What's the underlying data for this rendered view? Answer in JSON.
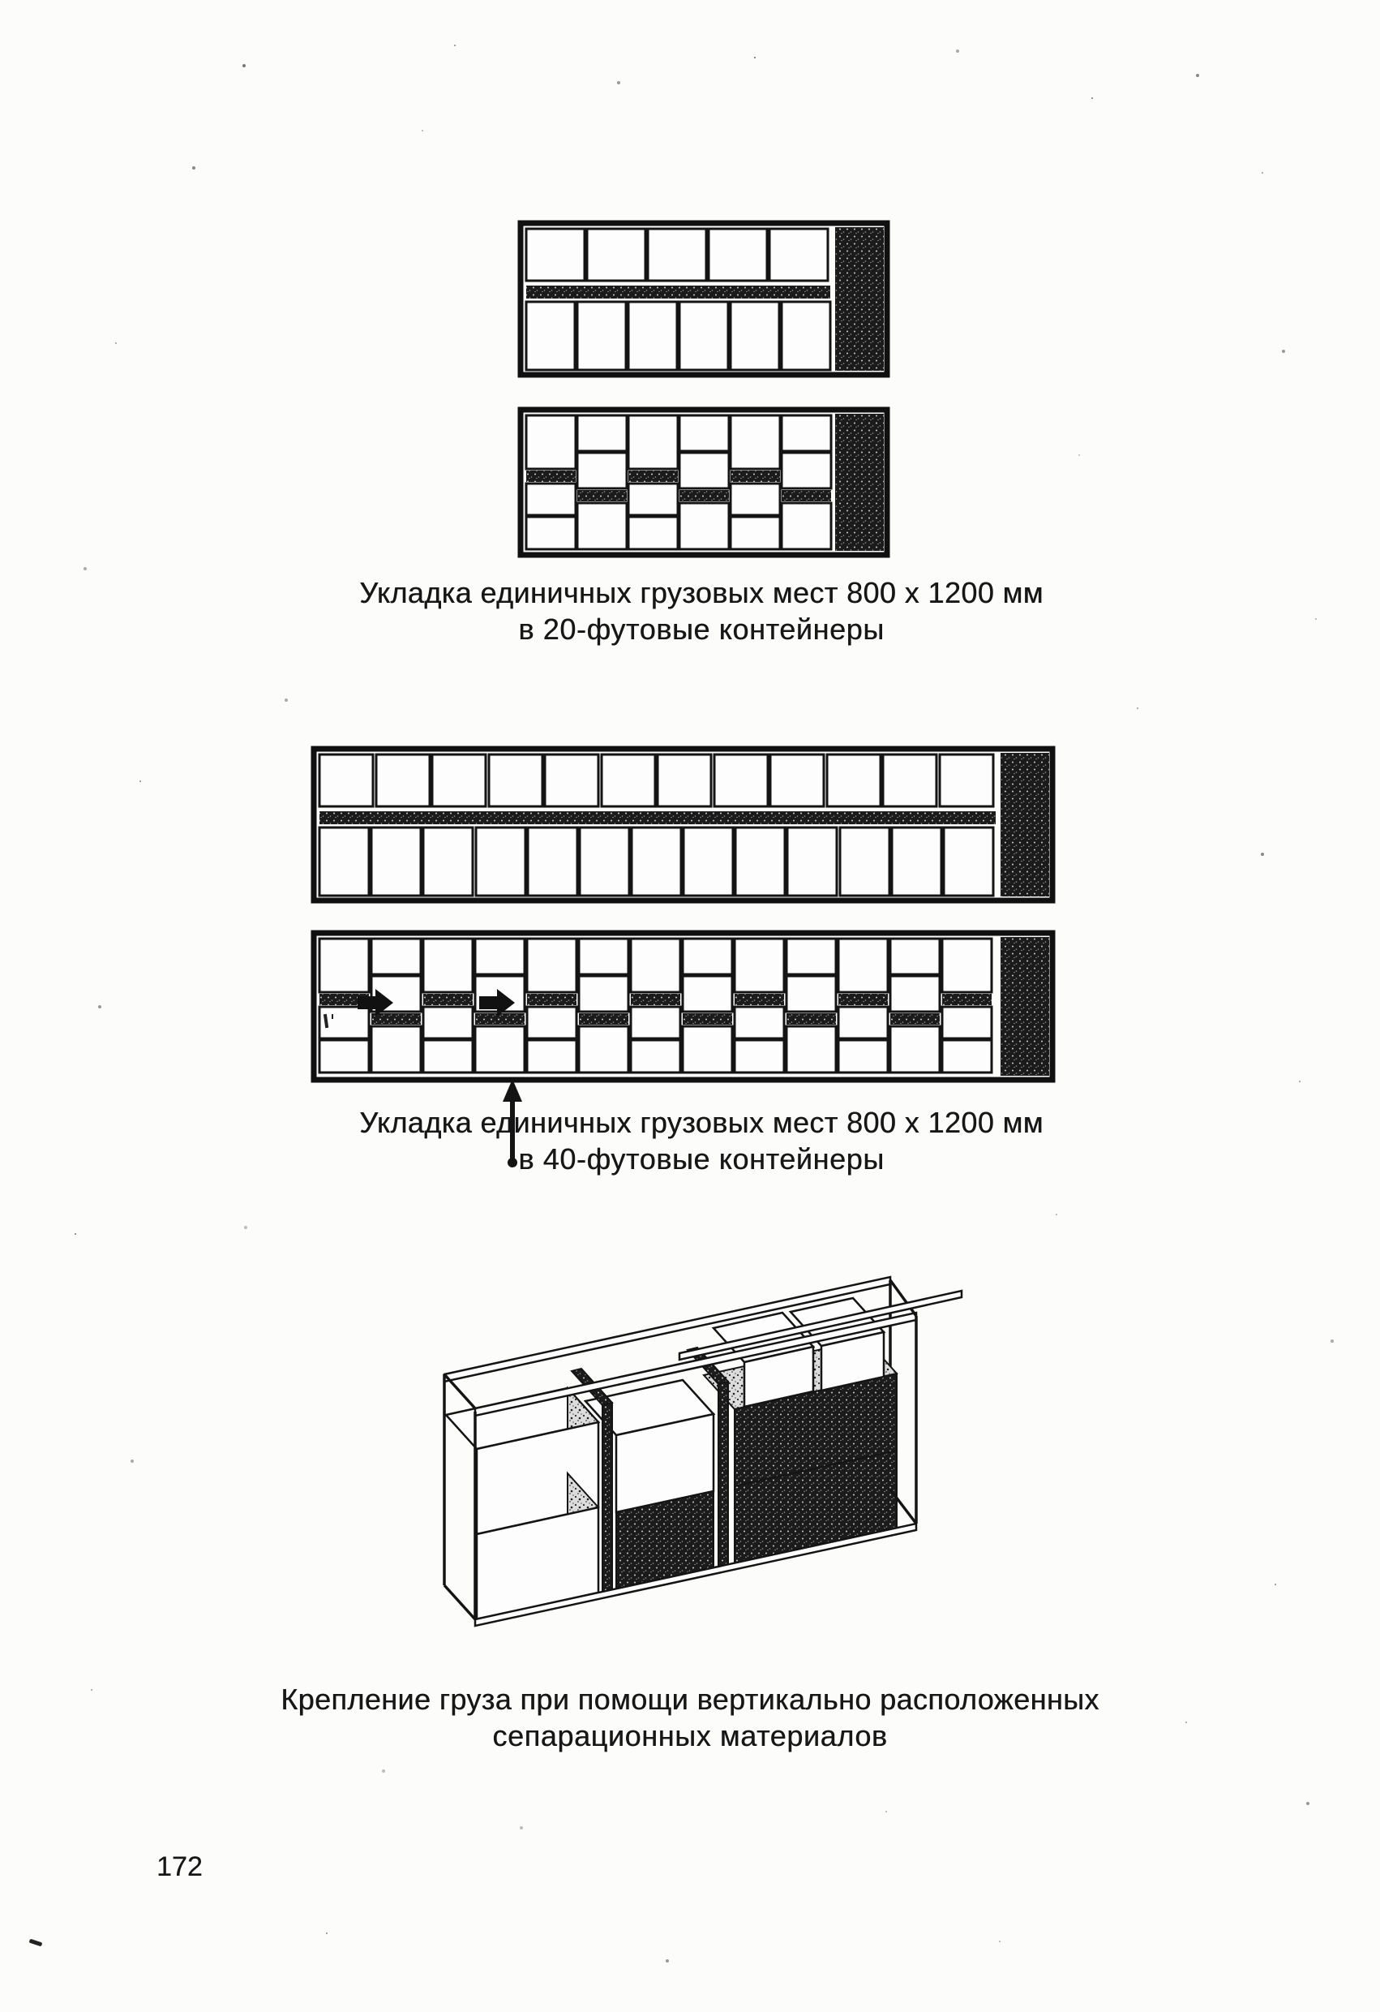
{
  "page": {
    "number": "172",
    "paper_color": "#fcfcfb",
    "ink_color": "#1a1a1a"
  },
  "captions": {
    "c20": {
      "line1": "Укладка единичных грузовых мест 800 х 1200 мм",
      "line2": "в 20-футовые контейнеры"
    },
    "c40": {
      "line1": "Укладка единичных грузовых мест 800 х 1200 мм",
      "line2": "в 40-футовые контейнеры"
    },
    "securing": {
      "line1": "Крепление груза при помощи вертикально расположенных",
      "line2": "сепарационных материалов"
    }
  }
}
